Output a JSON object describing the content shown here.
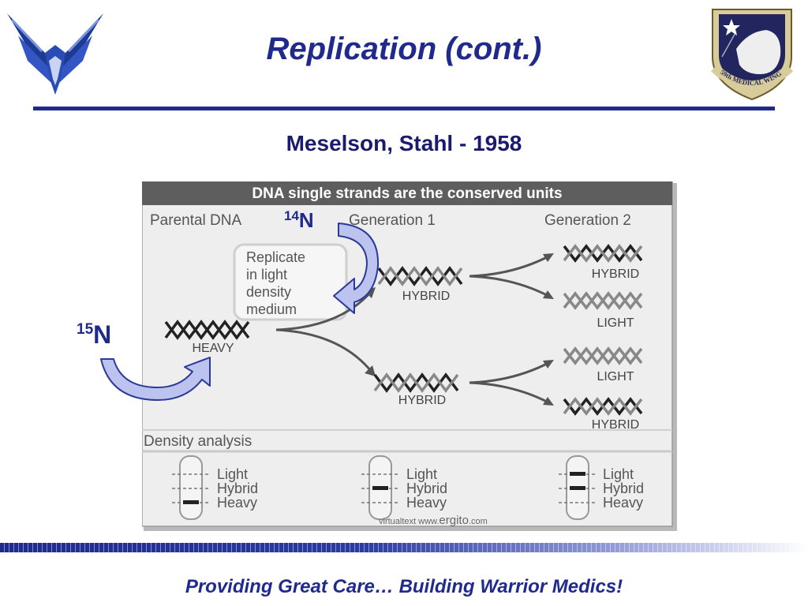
{
  "slide": {
    "title": "Replication (cont.)",
    "subtitle": "Meselson, Stahl - 1958",
    "footer": "Providing Great Care… Building Warrior Medics!"
  },
  "logos": {
    "right_emblem_text": "59th MEDICAL WING"
  },
  "isotopes": {
    "n14_mass": "14",
    "n14_symbol": "N",
    "n15_mass": "15",
    "n15_symbol": "N"
  },
  "figure": {
    "header": "DNA single strands are the conserved units",
    "col_parental": "Parental DNA",
    "col_gen1": "Generation 1",
    "col_gen2": "Generation 2",
    "medium_lines": [
      "Replicate",
      "in light",
      "density",
      "medium"
    ],
    "parent_label": "HEAVY",
    "gen1_labels": [
      "HYBRID",
      "HYBRID"
    ],
    "gen2_labels": [
      "HYBRID",
      "LIGHT",
      "LIGHT",
      "HYBRID"
    ],
    "density_title": "Density analysis",
    "tube_labels": [
      "Light",
      "Hybrid",
      "Heavy"
    ],
    "credit_small": "virtualtext  www.",
    "credit_big": "ergito",
    "credit_end": ".com"
  },
  "colors": {
    "navy": "#1f2a8c",
    "arrow_fill": "#bcc3ee",
    "arrow_edge": "#2b3a99",
    "figure_bg": "#eeeeee",
    "header_bg": "#5e5e5e"
  }
}
